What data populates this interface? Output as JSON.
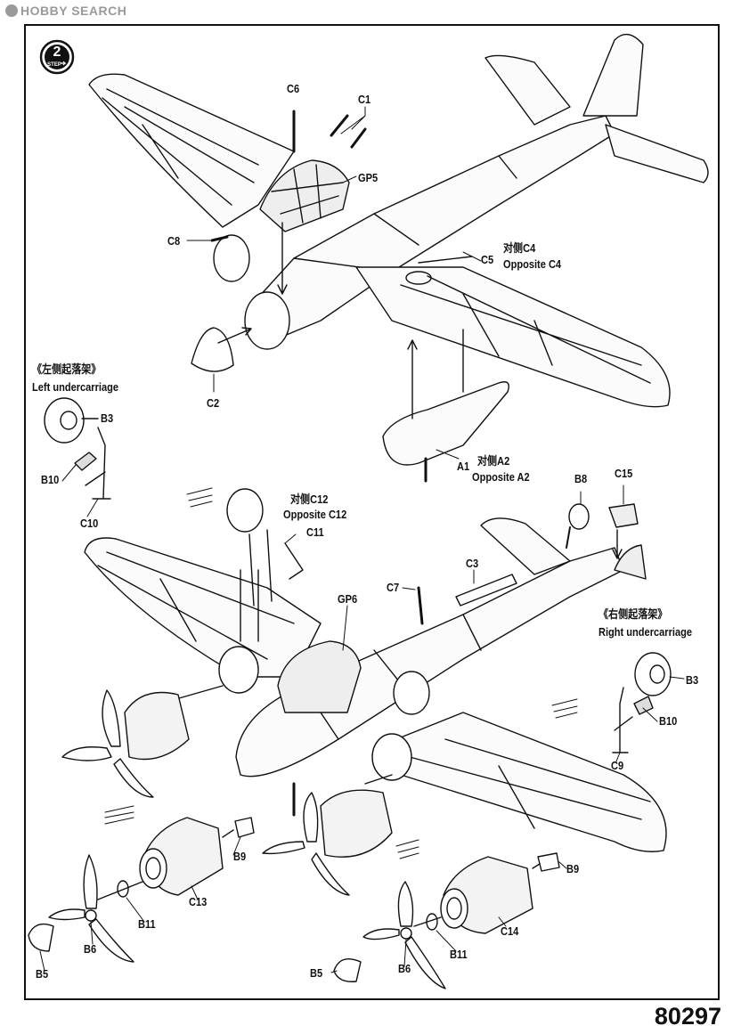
{
  "watermark": "HOBBY SEARCH",
  "step": {
    "number": "2",
    "caption": "STEP"
  },
  "product_code": "80297",
  "parts": {
    "C6": "C6",
    "C1": "C1",
    "GP5": "GP5",
    "C8": "C8",
    "C5": "C5",
    "C4_cn": "对侧C4",
    "C4_en": "Opposite C4",
    "C2": "C2",
    "A1": "A1",
    "A2_cn": "对侧A2",
    "A2_en": "Opposite A2",
    "left_cn": "《左侧起落架》",
    "left_en": "Left undercarriage",
    "B3a": "B3",
    "B10a": "B10",
    "C10": "C10",
    "C12_cn": "对侧C12",
    "C12_en": "Opposite C12",
    "C11": "C11",
    "B8": "B8",
    "C15": "C15",
    "C3": "C3",
    "C7": "C7",
    "GP6": "GP6",
    "right_cn": "《右侧起落架》",
    "right_en": "Right undercarriage",
    "B3b": "B3",
    "B10b": "B10",
    "C9": "C9",
    "B9a": "B9",
    "C13": "C13",
    "B11a": "B11",
    "B6a": "B6",
    "B5a": "B5",
    "B9b": "B9",
    "C14": "C14",
    "B11b": "B11",
    "B6b": "B6",
    "B5b": "B5"
  }
}
